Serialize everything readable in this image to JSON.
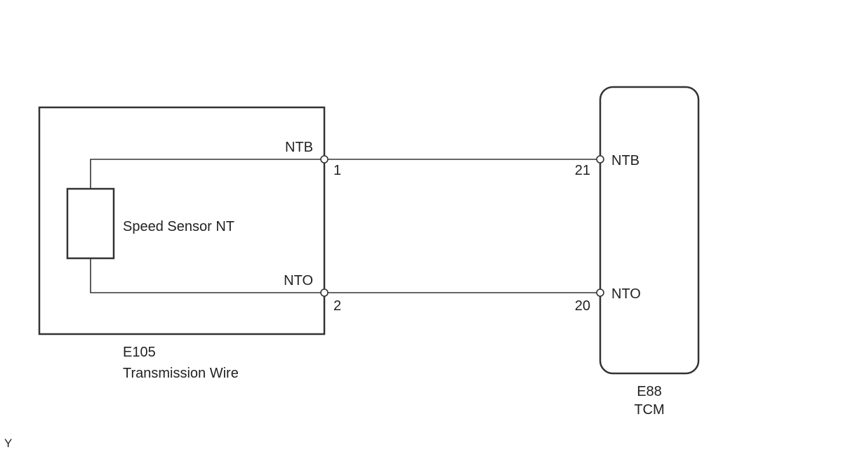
{
  "colors": {
    "line": "#333333",
    "text": "#222222",
    "background": "#ffffff"
  },
  "connector_left": {
    "id": "E105",
    "name": "Transmission Wire"
  },
  "sensor": {
    "label": "Speed Sensor NT"
  },
  "connector_right": {
    "id": "E88",
    "name": "TCM"
  },
  "wires": [
    {
      "left_signal": "NTB",
      "left_pin": "1",
      "right_pin": "21",
      "right_signal": "NTB"
    },
    {
      "left_signal": "NTO",
      "left_pin": "2",
      "right_pin": "20",
      "right_signal": "NTO"
    }
  ],
  "corner_mark": "Y"
}
